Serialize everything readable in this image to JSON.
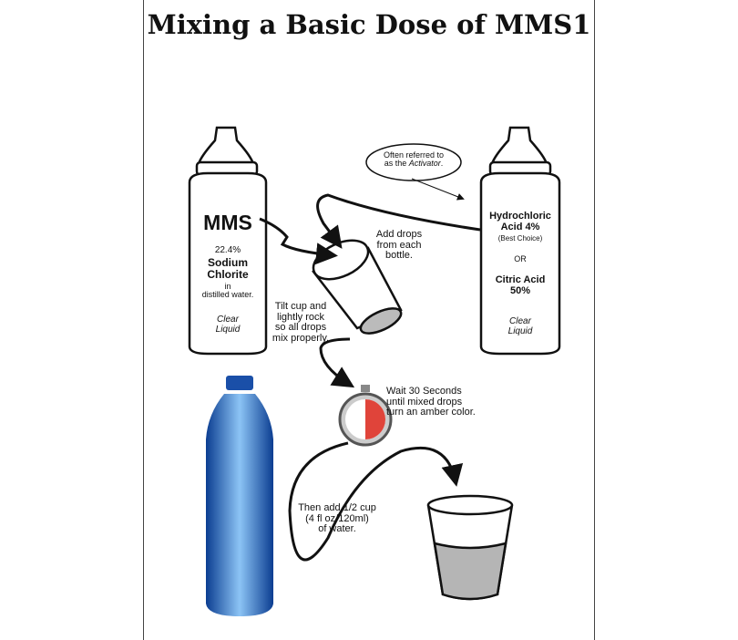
{
  "title": "Mixing a Basic Dose of MMS1",
  "mms_bottle": {
    "name": "MMS",
    "percent": "22.4%",
    "line1": "Sodium",
    "line2": "Chlorite",
    "line3": "in",
    "line4": "distilled water.",
    "liquid1": "Clear",
    "liquid2": "Liquid"
  },
  "activator_bottle": {
    "line1": "Hydrochloric",
    "line2": "Acid 4%",
    "note": "(Best Choice)",
    "or": "OR",
    "line3": "Citric Acid",
    "line4": "50%",
    "liquid1": "Clear",
    "liquid2": "Liquid"
  },
  "callout": {
    "line1": "Often referred to",
    "line2a": "as the ",
    "line2b": "Activator",
    "line2c": "."
  },
  "steps": {
    "add_drops": [
      "Add drops",
      "from each",
      "bottle."
    ],
    "tilt": [
      "Tilt cup and",
      "lightly rock",
      "so all drops",
      "mix properly."
    ],
    "wait": [
      "Wait 30 Seconds",
      "until mixed drops",
      "turn an amber color."
    ],
    "water": [
      "Then add 1/2 cup",
      "(4 fl oz/120ml)",
      "of water."
    ]
  },
  "colors": {
    "amber_timer": "#e0443a",
    "water_blue": "#1f6fd1",
    "liquid_gray": "#b5b5b5"
  }
}
